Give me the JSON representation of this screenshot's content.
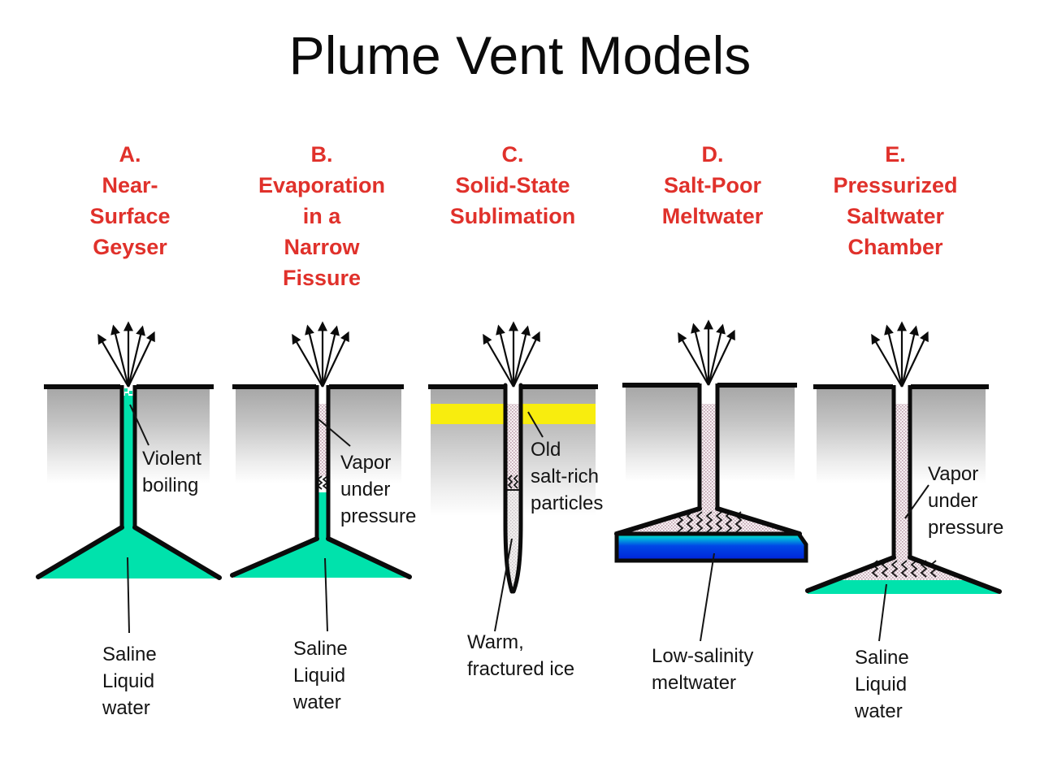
{
  "title": "Plume Vent Models",
  "colors": {
    "heading_red": "#E0312B",
    "saline_water_teal": "#00E2AC",
    "meltwater_surface_cyan": "#00E6B8",
    "meltwater_deep_blue": "#0022D8",
    "salt_layer_yellow": "#F8ED0E",
    "ice_surface_gray": "#A6A6A6"
  },
  "models": [
    {
      "label": "A.\nNear-\nSurface\nGeyser",
      "callouts": {
        "upper": "Violent\nboiling",
        "lower": "Saline\nLiquid\nwater"
      }
    },
    {
      "label": "B.\nEvaporation\nin a\nNarrow\nFissure",
      "callouts": {
        "upper": "Vapor\nunder\npressure",
        "lower": "Saline\nLiquid\nwater"
      }
    },
    {
      "label": "C.\nSolid-State\nSublimation",
      "callouts": {
        "upper": "Old\nsalt-rich\nparticles",
        "lower": "Warm,\nfractured ice"
      }
    },
    {
      "label": "D.\nSalt-Poor\nMeltwater",
      "callouts": {
        "lower": "Low-salinity\nmeltwater"
      }
    },
    {
      "label": "E.\nPressurized\nSaltwater\nChamber",
      "callouts": {
        "upper": "Vapor\nunder\npressure",
        "lower": "Saline\nLiquid\nwater"
      }
    }
  ]
}
